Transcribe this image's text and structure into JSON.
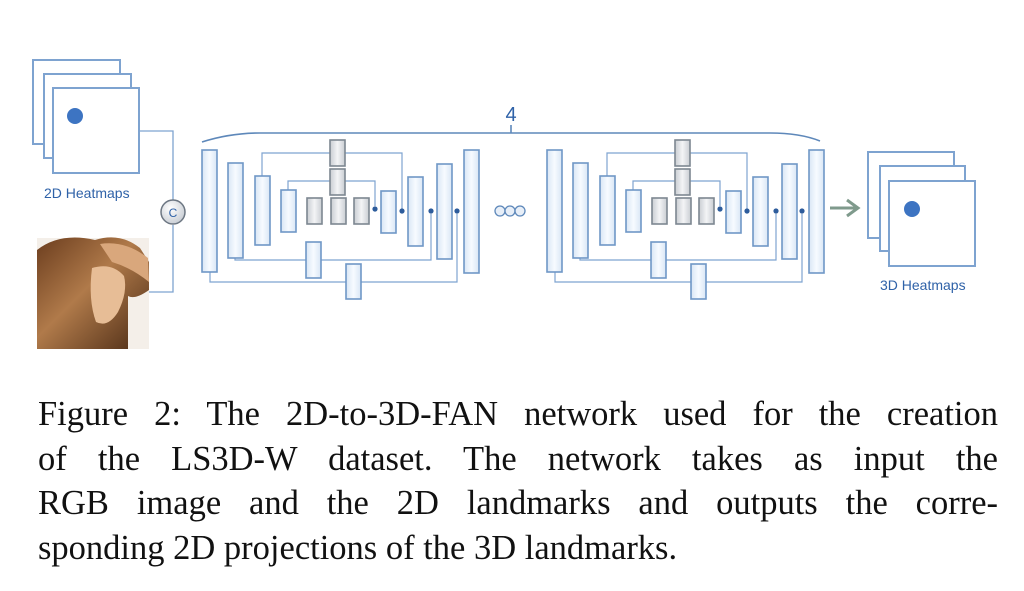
{
  "diagram": {
    "input_label": "2D Heatmaps",
    "concat_symbol": "C",
    "repeat_count": "4",
    "ellipsis": "ooo",
    "output_label": "3D Heatmaps",
    "input_image": "face-photo",
    "colors": {
      "block_stroke": "#6f97c6",
      "block_fill": "#eef4fb",
      "gray_stroke": "#7d8791",
      "line": "#7ea3d0",
      "label": "#2f62a8",
      "dot": "#3d74c2",
      "arrow": "#7f9a8c"
    }
  },
  "caption": {
    "lines": [
      "Figure 2: The 2D-to-3D-FAN network used for the creation",
      "of the LS3D-W dataset.  The network takes as input the",
      "RGB image and the 2D landmarks and outputs the corre-",
      "sponding 2D projections of the 3D landmarks."
    ]
  }
}
